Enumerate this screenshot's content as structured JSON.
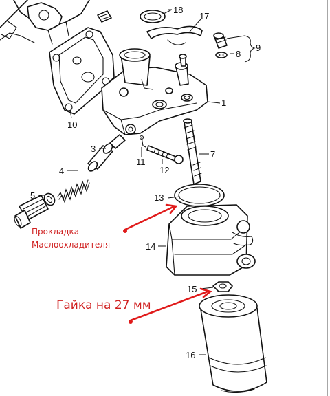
{
  "diagram": {
    "part_numbers": [
      "1",
      "3",
      "4",
      "5",
      "7",
      "8",
      "9",
      "10",
      "11",
      "12",
      "13",
      "14",
      "15",
      "16",
      "17",
      "18"
    ],
    "annotation_gasket_line1": "Прокладка",
    "annotation_gasket_line2": "Маслоохладителя",
    "annotation_nut": "Гайка на 27 мм",
    "colors": {
      "line": "#111111",
      "annotation": "#d02020",
      "arrow": "#e01a1a",
      "background": "#ffffff"
    }
  }
}
